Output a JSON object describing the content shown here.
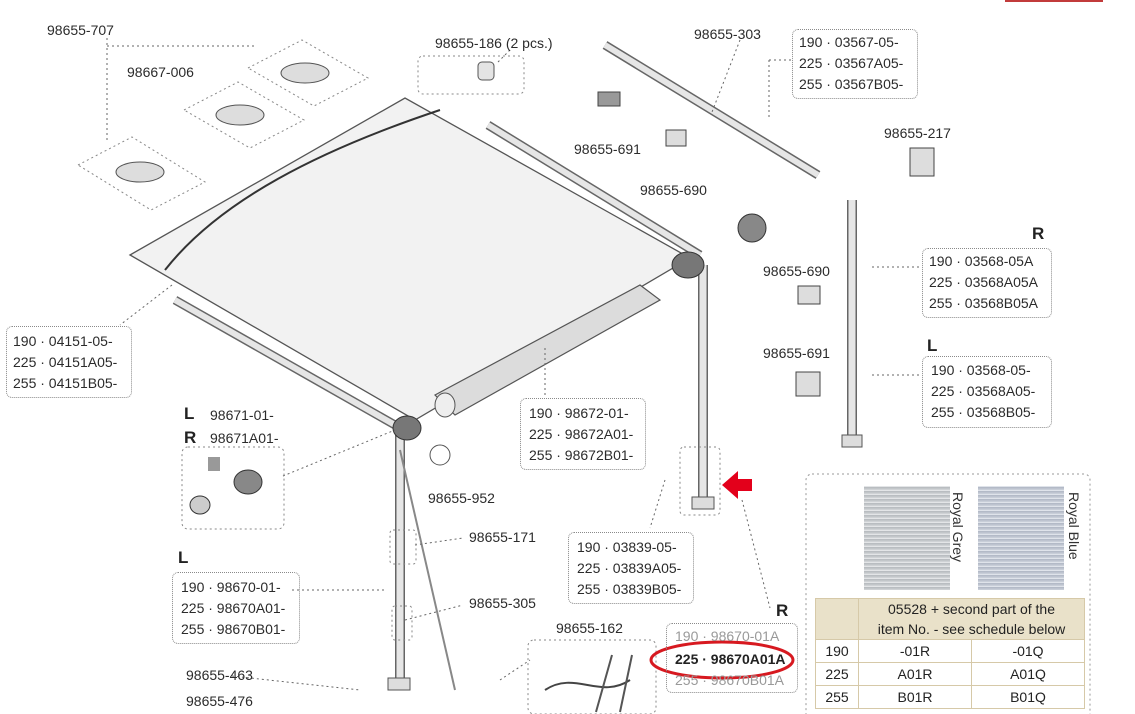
{
  "labels": {
    "p707": "98655-707",
    "p006": "98667-006",
    "p186": "98655-186 (2 pcs.)",
    "p303": "98655-303",
    "p217": "98655-217",
    "p691a": "98655-691",
    "p690a": "98655-690",
    "p690b": "98655-690",
    "p691b": "98655-691",
    "p952": "98655-952",
    "p171": "98655-171",
    "p305": "98655-305",
    "p162": "98655-162",
    "p463": "98655-463",
    "p476": "98655-476"
  },
  "boxes": {
    "b03567": [
      "190 · 03567-05-",
      "225 · 03567A05-",
      "255 · 03567B05-"
    ],
    "b03568R": [
      "190 · 03568-05A",
      "225 · 03568A05A",
      "255 · 03568B05A"
    ],
    "b03568L": [
      "190 · 03568-05-",
      "225 · 03568A05-",
      "255 · 03568B05-"
    ],
    "b04151": [
      "190 · 04151-05-",
      "225 · 04151A05-",
      "255 · 04151B05-"
    ],
    "b98672": [
      "190 · 98672-01-",
      "225 · 98672A01-",
      "255 · 98672B01-"
    ],
    "b03839": [
      "190 · 03839-05-",
      "225 · 03839A05-",
      "255 · 03839B05-"
    ],
    "b98670L": [
      "190 · 98670-01-",
      "225 · 98670A01-",
      "255 · 98670B01-"
    ],
    "b98670R": [
      "190 · 98670-01A",
      "225 · 98670A01A",
      "255 · 98670B01A"
    ]
  },
  "side_marks": {
    "r1": "R",
    "l1": "L",
    "l2": "L",
    "r2": "R",
    "l3": "L",
    "r3": "R"
  },
  "p98671": {
    "line1": "98671-01-",
    "line2": "98671A01-"
  },
  "swatches": {
    "grey": "Royal Grey",
    "blue": "Royal Blue"
  },
  "schedule": {
    "header": [
      "05528 + second part of the",
      "item No. - see schedule below"
    ],
    "rows": [
      {
        "size": "190",
        "grey": "-01R",
        "blue": "-01Q"
      },
      {
        "size": "225",
        "grey": "A01R",
        "blue": "A01Q"
      },
      {
        "size": "255",
        "grey": "B01R",
        "blue": "B01Q"
      }
    ]
  },
  "colors": {
    "highlight": "#d71920",
    "arrow": "#e3001b"
  }
}
